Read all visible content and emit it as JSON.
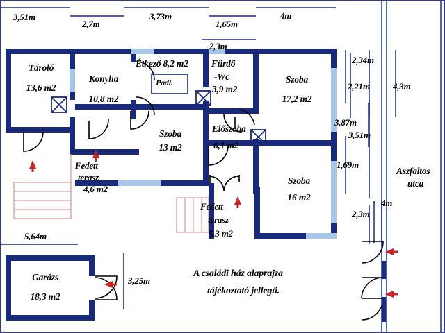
{
  "colors": {
    "wall": "#1a2a7a",
    "wall_dark": "#16246b",
    "window": "#a8c6e8",
    "door_line": "#000000",
    "arrow": "#cc2222",
    "stair": "#d98a86",
    "text": "#000000",
    "background": "#ffffff",
    "boundary": "#2a3d9e"
  },
  "rooms": [
    {
      "name": "Tároló",
      "area": "13,6 m2"
    },
    {
      "name": "Konyha",
      "area": "10,8 m2"
    },
    {
      "name": "Étkező 8,2 m2",
      "area": ""
    },
    {
      "name": "Fürdő",
      "area": "-Wc",
      "area2": "3,9 m2"
    },
    {
      "name": "Szoba",
      "area": "17,2 m2"
    },
    {
      "name": "Szoba",
      "area": "13 m2"
    },
    {
      "name": "Előszoba",
      "area": "6,1 m2"
    },
    {
      "name": "Szoba",
      "area": "16 m2"
    },
    {
      "name": "Garázs",
      "area": "18,3 m2"
    }
  ],
  "labels": {
    "taroló_name": "Tároló",
    "taroló_area": "13,6 m2",
    "konyha_name": "Konyha",
    "konyha_area": "10,8 m2",
    "etkezo": "Étkező 8,2 m2",
    "padl": "Padl.",
    "furdo_name": "Fürdő",
    "furdo_wc": "-Wc",
    "furdo_area": "3,9 m2",
    "szoba17_name": "Szoba",
    "szoba17_area": "17,2 m2",
    "szoba13_name": "Szoba",
    "szoba13_area": "13 m2",
    "eloszoba_name": "Előszoba",
    "eloszoba_area": "6,1 m2",
    "szoba16_name": "Szoba",
    "szoba16_area": "16 m2",
    "garazs_name": "Garázs",
    "garazs_area": "18,3 m2",
    "terasz1_l1": "Fedett",
    "terasz1_l2": "terasz",
    "terasz1_l3": "4,6 m2",
    "terasz2_l1": "Fedett",
    "terasz2_l2": "terasz",
    "terasz2_l3": "5,3 m2",
    "street_l1": "Aszfaltos",
    "street_l2": "utca",
    "note_l1": "A családi ház alaprajza",
    "note_l2": "tájékoztató jellegű."
  },
  "dimensions": {
    "top": [
      {
        "id": "d-3-51",
        "value": "3,51m"
      },
      {
        "id": "d-2-7",
        "value": "2,7m"
      },
      {
        "id": "d-3-73",
        "value": "3,73m"
      },
      {
        "id": "d-1-65",
        "value": "1,65m"
      },
      {
        "id": "d-4m-top",
        "value": "4m"
      },
      {
        "id": "d-2-3-top",
        "value": "2,3m"
      }
    ],
    "right": [
      {
        "id": "d-2-34",
        "value": "2,34m"
      },
      {
        "id": "d-2-21",
        "value": "2,21m"
      },
      {
        "id": "d-4-3",
        "value": "4,3m"
      },
      {
        "id": "d-3-87",
        "value": "3,87m"
      },
      {
        "id": "d-3-51r",
        "value": "3,51m"
      },
      {
        "id": "d-1-69",
        "value": "1,69m"
      },
      {
        "id": "d-4m-r",
        "value": "4m"
      },
      {
        "id": "d-2-3-r",
        "value": "2,3m"
      }
    ],
    "bottom": [
      {
        "id": "d-5-64",
        "value": "5,64m"
      },
      {
        "id": "d-3-25",
        "value": "3,25m"
      }
    ]
  }
}
